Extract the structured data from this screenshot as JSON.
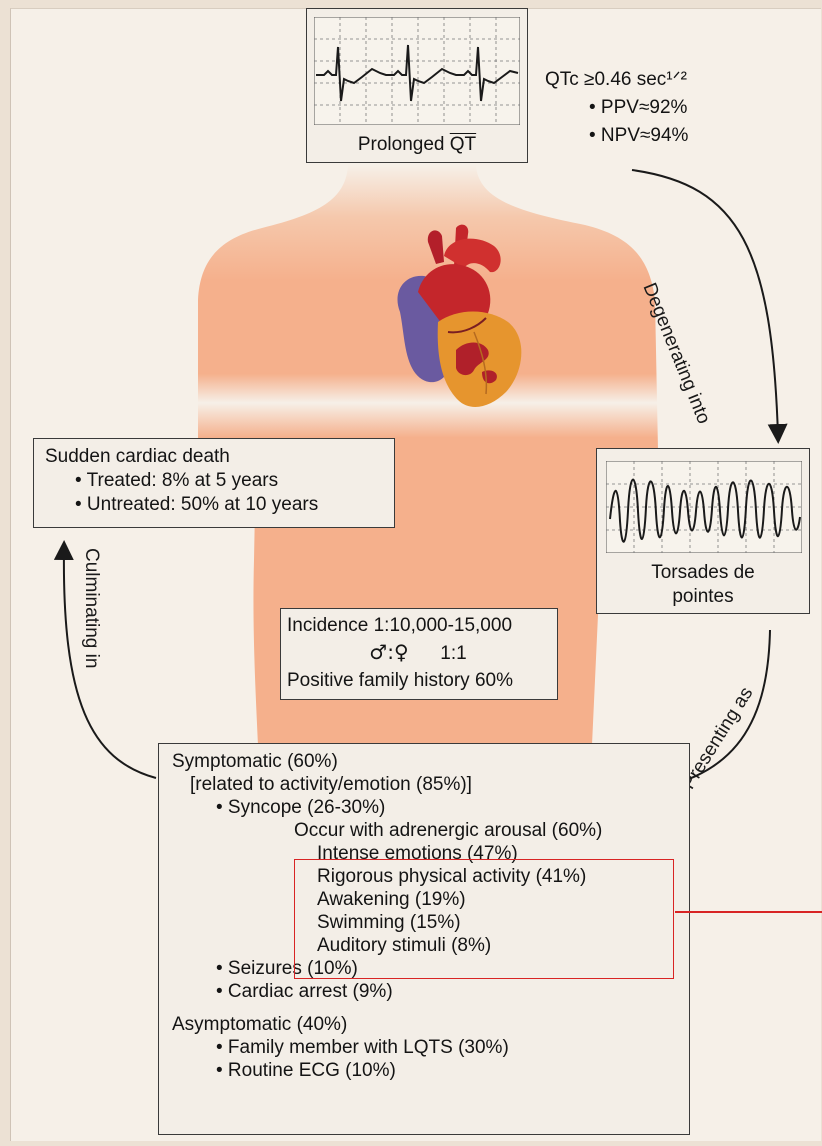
{
  "ecg_box": {
    "caption_prefix": "Prolonged ",
    "caption_qt": "QT"
  },
  "qtc": {
    "line": "QTc ≥0.46 sec¹ᐟ²",
    "ppv": "• PPV≈92%",
    "npv": "• NPV≈94%"
  },
  "arrows": {
    "degenerating": "Degenerating into",
    "presenting": "Presenting as",
    "culminating": "Culminating in"
  },
  "sudden_death": {
    "title": "Sudden cardiac death",
    "treated": "• Treated:  8% at 5 years",
    "untreated": "• Untreated:  50% at 10 years"
  },
  "torsades": {
    "line1": "Torsades de",
    "line2": "pointes"
  },
  "incidence": {
    "line1": "Incidence 1:10,000-15,000",
    "sex_symbols": "♂:♀",
    "ratio": "1:1",
    "family": "Positive family history 60%"
  },
  "symptomatic": {
    "title": "Symptomatic (60%)",
    "related": "[related to activity/emotion (85%)]",
    "syncope": "• Syncope (26-30%)",
    "arousal": "Occur with adrenergic arousal (60%)",
    "triggers": [
      "Intense emotions (47%)",
      "Rigorous physical activity (41%)",
      "Awakening (19%)",
      "Swimming (15%)",
      "Auditory stimuli (8%)"
    ],
    "seizures": "• Seizures (10%)",
    "arrest": "• Cardiac arrest (9%)"
  },
  "asymptomatic": {
    "title": "Asymptomatic (40%)",
    "family": "• Family member with LQTS (30%)",
    "routine": "• Routine ECG (10%)"
  },
  "colors": {
    "skin": "#f5b08c",
    "highlight": "#d82424",
    "heart_red": "#c4262b",
    "heart_purple": "#6a5aa0",
    "heart_orange": "#e6952e"
  },
  "icons": [
    "ecg-trace",
    "torsades-trace",
    "heart-illustration",
    "curved-arrow"
  ]
}
